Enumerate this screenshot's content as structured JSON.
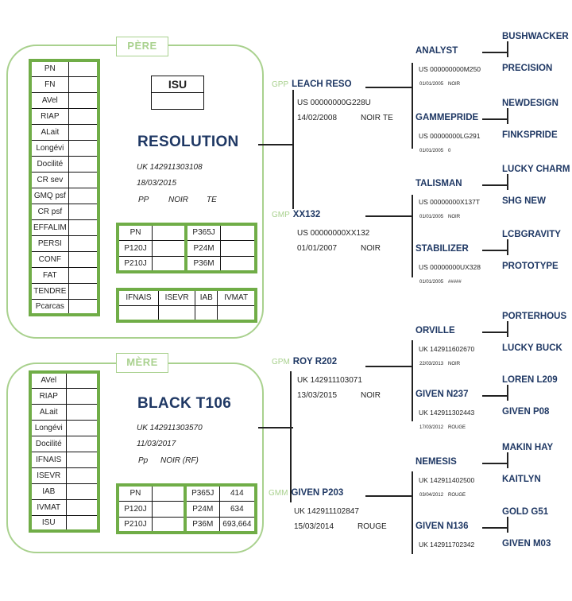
{
  "sire": {
    "section_label": "PÈRE",
    "name": "RESOLUTION",
    "id": "UK  142911303108",
    "birth_date": "18/03/2015",
    "attrs": [
      "PP",
      "NOIR",
      "TE"
    ],
    "isu_table": {
      "header": "ISU",
      "value": ""
    },
    "index_table": [
      {
        "label": "PN",
        "value": ""
      },
      {
        "label": "FN",
        "value": ""
      },
      {
        "label": "AVel",
        "value": ""
      },
      {
        "label": "RIAP",
        "value": ""
      },
      {
        "label": "ALait",
        "value": ""
      },
      {
        "label": "Longévi",
        "value": ""
      },
      {
        "label": "Docilité",
        "value": ""
      },
      {
        "label": "CR sev",
        "value": ""
      },
      {
        "label": "GMQ psf",
        "value": ""
      },
      {
        "label": "CR psf",
        "value": ""
      },
      {
        "label": "EFFALIM",
        "value": ""
      },
      {
        "label": "PERSI",
        "value": ""
      },
      {
        "label": "CONF",
        "value": ""
      },
      {
        "label": "FAT",
        "value": ""
      },
      {
        "label": "TENDRE",
        "value": ""
      },
      {
        "label": "Pcarcas",
        "value": ""
      }
    ],
    "weights_table": [
      {
        "l1": "PN",
        "v1": "",
        "l2": "P365J",
        "v2": ""
      },
      {
        "l1": "P120J",
        "v1": "",
        "l2": "P24M",
        "v2": ""
      },
      {
        "l1": "P210J",
        "v1": "",
        "l2": "P36M",
        "v2": ""
      }
    ],
    "maternal_table": {
      "headers": [
        "IFNAIS",
        "ISEVR",
        "IAB",
        "IVMAT"
      ],
      "values": [
        "",
        "",
        "",
        ""
      ]
    }
  },
  "dam": {
    "section_label": "MÈRE",
    "name": "BLACK T106",
    "id": "UK  142911303570",
    "birth_date": "11/03/2017",
    "attrs": [
      "Pp",
      "NOIR (RF)"
    ],
    "index_table": [
      {
        "label": "AVel",
        "value": ""
      },
      {
        "label": "RIAP",
        "value": ""
      },
      {
        "label": "ALait",
        "value": ""
      },
      {
        "label": "Longévi",
        "value": ""
      },
      {
        "label": "Docilité",
        "value": ""
      },
      {
        "label": "IFNAIS",
        "value": ""
      },
      {
        "label": "ISEVR",
        "value": ""
      },
      {
        "label": "IAB",
        "value": ""
      },
      {
        "label": "IVMAT",
        "value": ""
      },
      {
        "label": "ISU",
        "value": ""
      }
    ],
    "weights_table": [
      {
        "l1": "PN",
        "v1": "",
        "l2": "P365J",
        "v2": "414"
      },
      {
        "l1": "P120J",
        "v1": "",
        "l2": "P24M",
        "v2": "634"
      },
      {
        "l1": "P210J",
        "v1": "",
        "l2": "P36M",
        "v2": "693,664"
      }
    ]
  },
  "grandparents": {
    "gpp": {
      "role": "GPP",
      "name": "LEACH RESO",
      "id": "US 00000000G228U",
      "date": "14/02/2008",
      "color": "NOIR",
      "extra": "TE"
    },
    "gmp": {
      "role": "GMP",
      "name": "XX132",
      "id": "US 00000000XX132",
      "date": "01/01/2007",
      "color": "NOIR",
      "extra": ""
    },
    "gpm": {
      "role": "GPM",
      "name": "ROY R202",
      "id": "UK 142911103071",
      "date": "13/03/2015",
      "color": "NOIR",
      "extra": ""
    },
    "gmm": {
      "role": "GMM",
      "name": "GIVEN P203",
      "id": "UK   142911102847",
      "date": "15/03/2014",
      "color": "ROUGE",
      "extra": ""
    }
  },
  "great_grandparents": [
    {
      "name": "ANALYST",
      "id": "US  000000000M250",
      "date": "01/01/2005",
      "color": "NOIR",
      "parents": [
        "BUSHWACKER",
        "PRECISION"
      ]
    },
    {
      "name": "GAMMEPRIDE",
      "id": "US  00000000LG291",
      "date": "01/01/2005",
      "color": "0",
      "parents": [
        "NEWDESIGN",
        "FINKSPRIDE"
      ]
    },
    {
      "name": "TALISMAN",
      "id": "US  00000000X137T",
      "date": "01/01/2005",
      "color": "NOIR",
      "parents": [
        "LUCKY CHARM",
        "SHG NEW"
      ]
    },
    {
      "name": "STABILIZER",
      "id": "US  00000000UX328",
      "date": "01/01/2005",
      "color": "#####",
      "parents": [
        "LCBGRAVITY",
        "PROTOTYPE"
      ]
    },
    {
      "name": "ORVILLE",
      "id": "UK  142911602670",
      "date": "22/03/2013",
      "color": "NOIR",
      "parents": [
        "PORTERHOUS",
        "LUCKY BUCK"
      ]
    },
    {
      "name": "GIVEN N237",
      "id": "UK  142911302443",
      "date": "17/03/2012",
      "color": "ROUGE",
      "parents": [
        "LOREN L209",
        "GIVEN P08"
      ]
    },
    {
      "name": "NEMESIS",
      "id": "UK  142911402500",
      "date": "03/04/2012",
      "color": "ROUGE",
      "parents": [
        "MAKIN HAY",
        "KAITLYN"
      ]
    },
    {
      "name": "GIVEN N136",
      "id": "UK  142911702342",
      "date": "",
      "color": "",
      "parents": [
        "GOLD G51",
        "GIVEN M03"
      ]
    }
  ]
}
